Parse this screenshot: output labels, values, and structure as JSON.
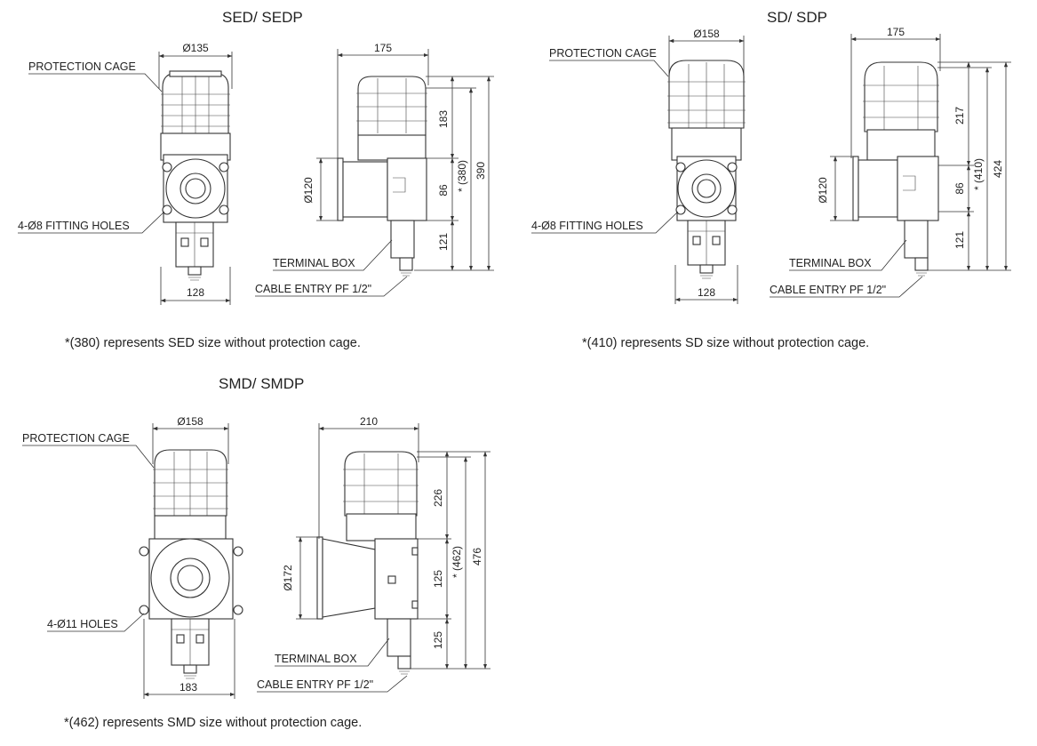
{
  "diagrams": [
    {
      "title": "SED/ SEDP",
      "labels": {
        "cage": "PROTECTION CAGE",
        "holes": "4-Ø8 FITTING HOLES",
        "terminal": "TERMINAL BOX",
        "cable": "CABLE ENTRY PF 1/2\""
      },
      "dims": {
        "top_dia": "Ø135",
        "bottom_width": "128",
        "side_width": "175",
        "side_dia": "Ø120",
        "upper": "183",
        "middle": "86",
        "lower": "121",
        "without_cage": "* (380)",
        "total": "390"
      },
      "note": "*(380) represents SED size without protection cage."
    },
    {
      "title": "SD/ SDP",
      "labels": {
        "cage": "PROTECTION CAGE",
        "holes": "4-Ø8 FITTING HOLES",
        "terminal": "TERMINAL BOX",
        "cable": "CABLE ENTRY PF 1/2\""
      },
      "dims": {
        "top_dia": "Ø158",
        "bottom_width": "128",
        "side_width": "175",
        "side_dia": "Ø120",
        "upper": "217",
        "middle": "86",
        "lower": "121",
        "without_cage": "* (410)",
        "total": "424"
      },
      "note": "*(410) represents SD size without protection cage."
    },
    {
      "title": "SMD/ SMDP",
      "labels": {
        "cage": "PROTECTION CAGE",
        "holes": "4-Ø11 HOLES",
        "terminal": "TERMINAL BOX",
        "cable": "CABLE ENTRY PF 1/2\""
      },
      "dims": {
        "top_dia": "Ø158",
        "bottom_width": "183",
        "side_width": "210",
        "side_dia": "Ø172",
        "upper": "226",
        "middle": "125",
        "lower": "125",
        "without_cage": "* (462)",
        "total": "476"
      },
      "note": "*(462) represents SMD size without protection cage."
    }
  ]
}
